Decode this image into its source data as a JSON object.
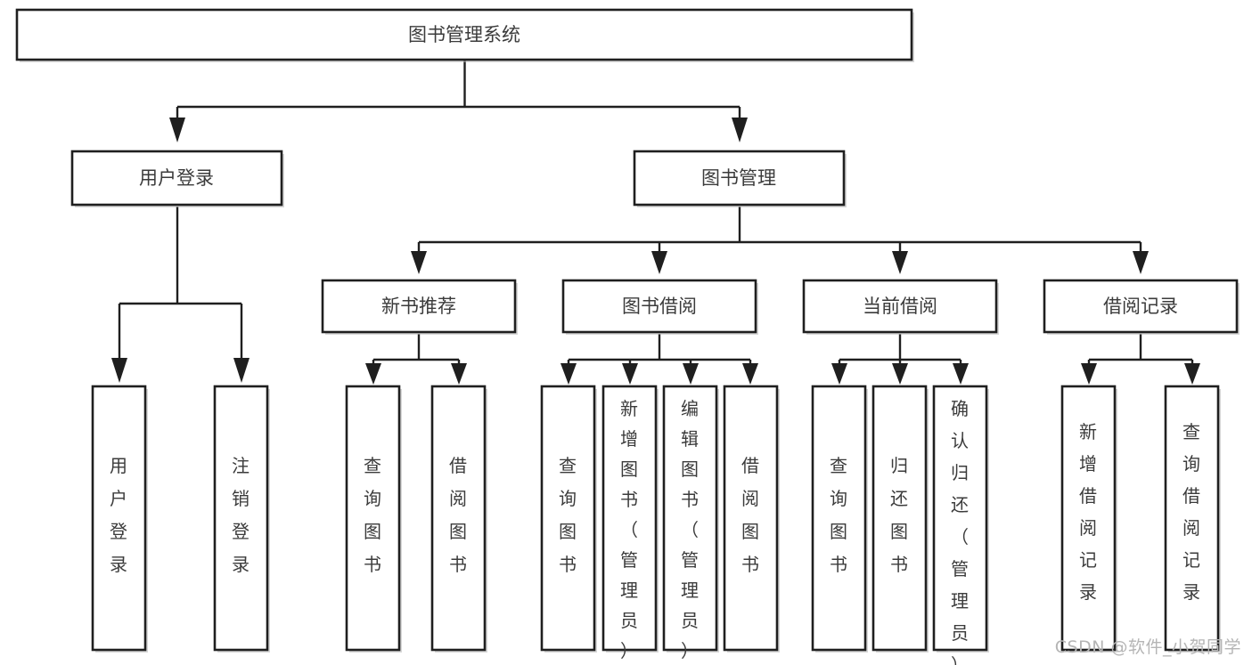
{
  "diagram": {
    "title": "图书管理系统",
    "watermark": "CSDN @软件_小贺同学",
    "colors": {
      "box_stroke": "#1f1f1f",
      "box_fill": "#ffffff",
      "text": "#3b3b3b",
      "connector": "#1f1f1f",
      "watermark": "#b5b5b5",
      "background": "#ffffff"
    },
    "root": {
      "id": "root",
      "label": "图书管理系统"
    },
    "level2": [
      {
        "id": "user-login",
        "label": "用户登录"
      },
      {
        "id": "book-manage",
        "label": "图书管理"
      }
    ],
    "level3": [
      {
        "id": "new-book-recommend",
        "label": "新书推荐",
        "parent": "book-manage"
      },
      {
        "id": "book-borrow",
        "label": "图书借阅",
        "parent": "book-manage"
      },
      {
        "id": "current-borrow",
        "label": "当前借阅",
        "parent": "book-manage"
      },
      {
        "id": "borrow-record",
        "label": "借阅记录",
        "parent": "book-manage"
      }
    ],
    "leaves": {
      "user-login": [
        {
          "id": "leaf-user-login",
          "label": "用户登录"
        },
        {
          "id": "leaf-logout-login",
          "label": "注销登录"
        }
      ],
      "new-book-recommend": [
        {
          "id": "leaf-query-book-1",
          "label": "查询图书"
        },
        {
          "id": "leaf-borrow-book-1",
          "label": "借阅图书"
        }
      ],
      "book-borrow": [
        {
          "id": "leaf-query-book-2",
          "label": "查询图书"
        },
        {
          "id": "leaf-add-book",
          "label": "新增图书（管理员）"
        },
        {
          "id": "leaf-edit-book",
          "label": "编辑图书（管理员）"
        },
        {
          "id": "leaf-borrow-book-2",
          "label": "借阅图书"
        }
      ],
      "current-borrow": [
        {
          "id": "leaf-query-book-3",
          "label": "查询图书"
        },
        {
          "id": "leaf-return-book",
          "label": "归还图书"
        },
        {
          "id": "leaf-confirm-return",
          "label": "确认归还（管理员）"
        }
      ],
      "borrow-record": [
        {
          "id": "leaf-add-record",
          "label": "新增借阅记录"
        },
        {
          "id": "leaf-query-record",
          "label": "查询借阅记录"
        }
      ]
    }
  }
}
